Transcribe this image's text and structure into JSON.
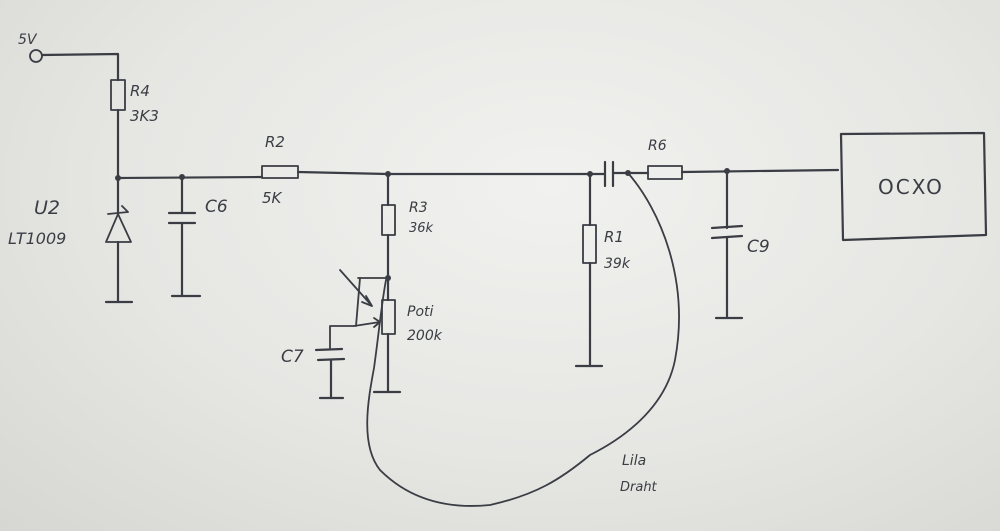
{
  "supply": {
    "label": "5V"
  },
  "components": {
    "r4": {
      "name": "R4",
      "value": "3K3"
    },
    "u2": {
      "name": "U2",
      "part": "LT1009"
    },
    "c6": {
      "name": "C6"
    },
    "r2": {
      "name": "R2",
      "value": "5K"
    },
    "r3": {
      "name": "R3",
      "value": "36k"
    },
    "poti": {
      "name": "Poti",
      "value": "200k"
    },
    "c7": {
      "name": "C7"
    },
    "r1": {
      "name": "R1",
      "value": "39k"
    },
    "r6": {
      "name": "R6"
    },
    "c9": {
      "name": "C9"
    },
    "ocxo": {
      "label": "OCXO"
    }
  },
  "annotation": {
    "line1": "Lila",
    "line2": "Draht"
  },
  "colors": {
    "ink": "#3a3d44",
    "paper": "#eeeeec"
  }
}
